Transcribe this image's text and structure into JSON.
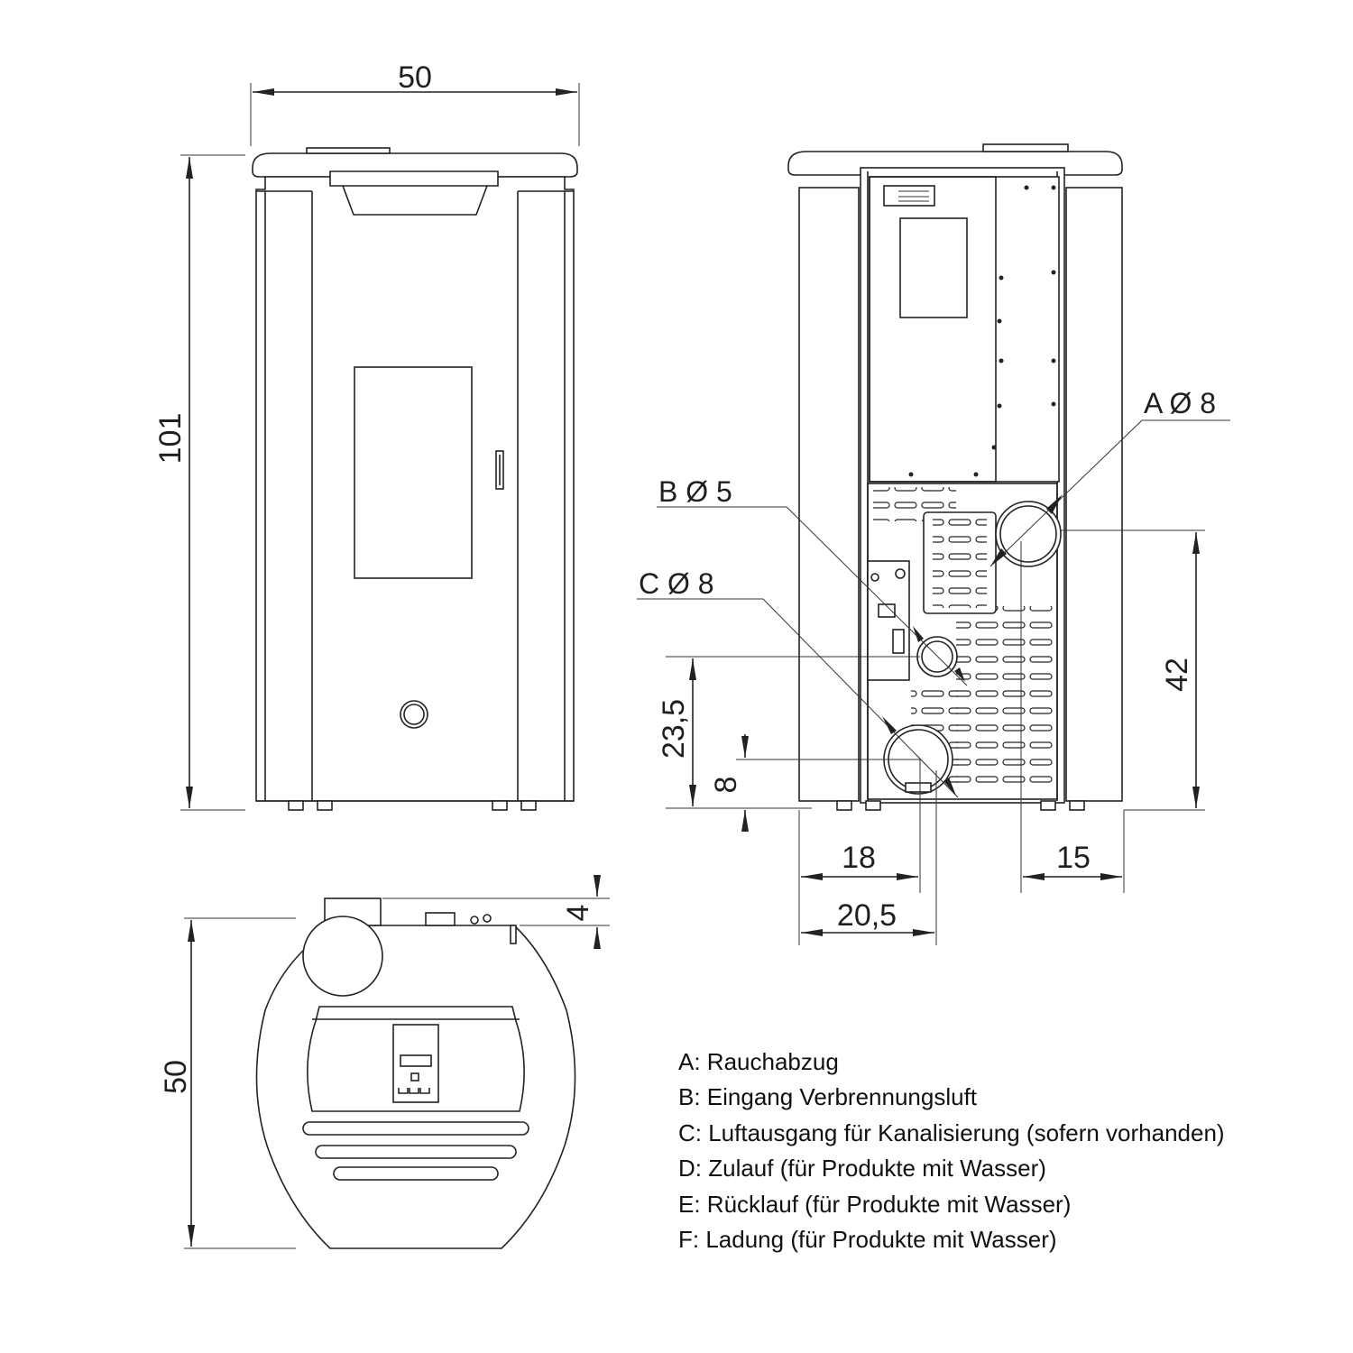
{
  "front_view": {
    "width_label": "50",
    "height_label": "101"
  },
  "rear_view": {
    "dim_18": "18",
    "dim_20_5": "20,5",
    "dim_15": "15",
    "dim_42": "42",
    "dim_23_5": "23,5",
    "dim_8": "8",
    "callout_a": "A Ø 8",
    "callout_b": "B Ø 5",
    "callout_c": "C Ø 8"
  },
  "top_view": {
    "depth_label": "50",
    "offset_label": "4"
  },
  "legend": [
    "A: Rauchabzug",
    "B: Eingang Verbrennungsluft",
    "C: Luftausgang für Kanalisierung (sofern vorhanden)",
    "D: Zulauf (für Produkte mit Wasser)",
    "E: Rücklauf (für Produkte mit Wasser)",
    "F: Ladung (für Produkte mit Wasser)"
  ]
}
